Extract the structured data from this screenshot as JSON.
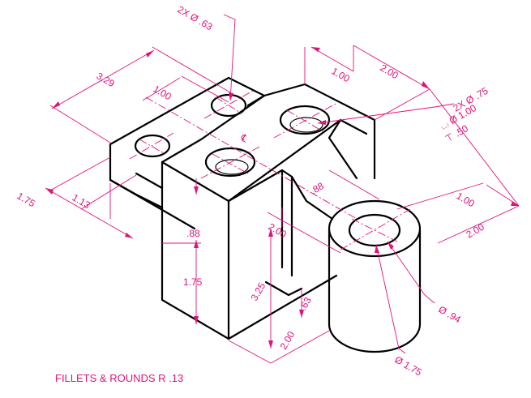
{
  "labels": {
    "dim_329": "3.29",
    "dim_100_top": "1.00",
    "dim_2x063": "2X Ø .63",
    "dim_100_right": "1.00",
    "dim_200_top": "2.00",
    "dim_2x075": "2X Ø .75",
    "dim_cb100": "⌴ Ø 1.00",
    "dim_cb050": "⊤ .50",
    "dim_cl": "℄",
    "dim_113": "1.13",
    "dim_175_left": "1.75",
    "dim_088_slot": ".88",
    "dim_088_front": ".88",
    "dim_175_front": "1.75",
    "dim_200_mid": "2.00",
    "dim_100_side": "1.00",
    "dim_200_side": "2.00",
    "dim_325": "3.25",
    "dim_063": ".63",
    "dim_200_low": "2.00",
    "dim_094": "Ø .94",
    "dim_d175": "Ø 1.75"
  },
  "note": "FILLETS & ROUNDS R .13",
  "colors": {
    "dimension": "#e0137a",
    "object": "#000000"
  }
}
